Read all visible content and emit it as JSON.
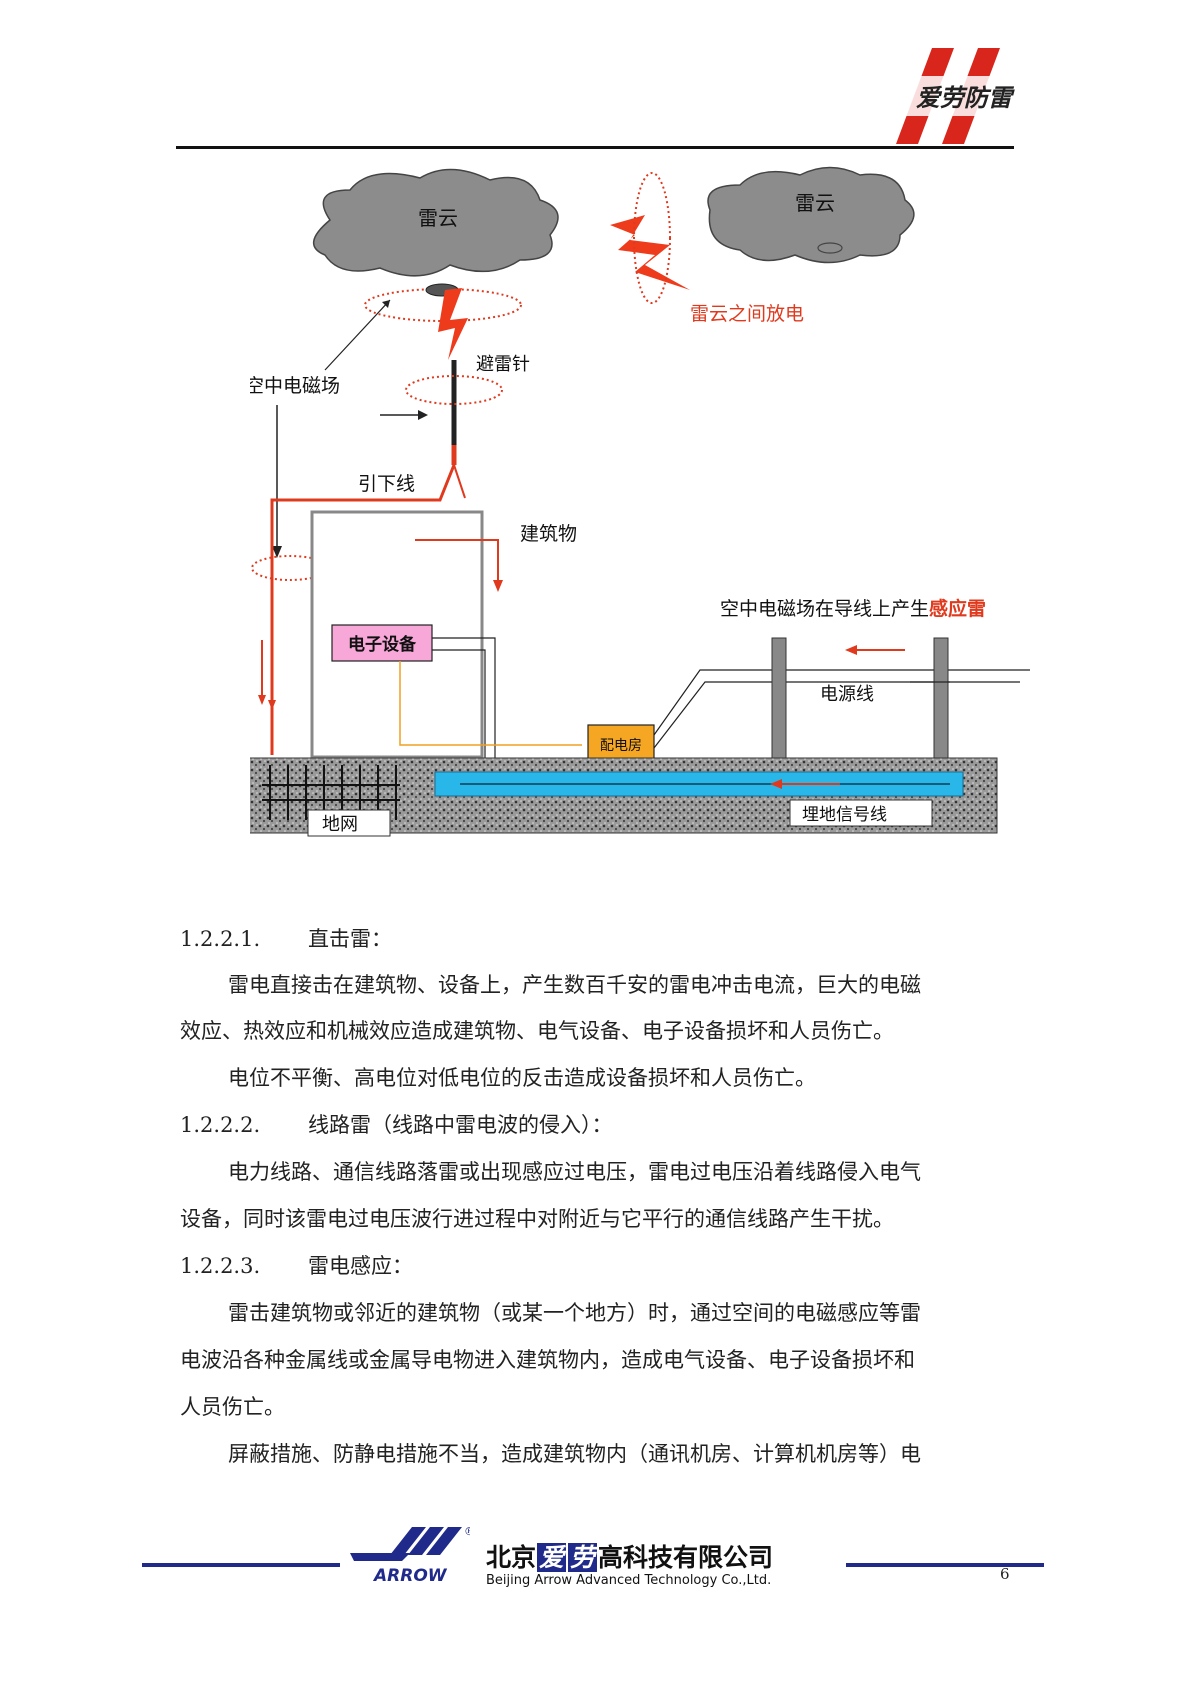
{
  "header": {
    "logo_text": "爱劳防雷"
  },
  "diagram": {
    "cloud_left": "雷云",
    "cloud_right": "雷云",
    "intercloud": "雷云之间放电",
    "rod": "避雷针",
    "em_field": "空中电磁场",
    "downlead": "引下线",
    "building": "建筑物",
    "induced_prefix": "空中电磁场在导线上产生",
    "induced_highlight": "感应雷",
    "equipment": "电子设备",
    "power_room": "配电房",
    "power_line": "电源线",
    "ground_net": "地网",
    "signal_line": "埋地信号线"
  },
  "sections": [
    {
      "num": "1.2.2.1.",
      "title": "直击雷：",
      "lines": [
        "雷电直接击在建筑物、设备上，产生数百千安的雷电冲击电流，巨大的电磁",
        "效应、热效应和机械效应造成建筑物、电气设备、电子设备损坏和人员伤亡。",
        "电位不平衡、高电位对低电位的反击造成设备损坏和人员伤亡。"
      ]
    },
    {
      "num": "1.2.2.2.",
      "title": "线路雷（线路中雷电波的侵入）：",
      "lines": [
        "电力线路、通信线路落雷或出现感应过电压，雷电过电压沿着线路侵入电气",
        "设备，同时该雷电过电压波行进过程中对附近与它平行的通信线路产生干扰。"
      ]
    },
    {
      "num": "1.2.2.3.",
      "title": "雷电感应：",
      "lines": [
        "雷击建筑物或邻近的建筑物（或某一个地方）时，通过空间的电磁感应等雷",
        "电波沿各种金属线或金属导电物进入建筑物内，造成电气设备、电子设备损坏和",
        "人员伤亡。",
        "屏蔽措施、防静电措施不当，造成建筑物内（通讯机房、计算机机房等）电"
      ]
    }
  ],
  "footer": {
    "cn_prefix": "北京",
    "cn_hl1": "爱",
    "cn_hl2": "劳",
    "cn_suffix": "高科技有限公司",
    "en": "Beijing Arrow Advanced Technology Co.,Ltd.",
    "logo_text": "ARROW",
    "registered": "®",
    "page": "6"
  },
  "colors": {
    "accent_red": "#e03a1e",
    "footer_blue": "#1f2a8a",
    "cable_blue": "#29b6e8",
    "equipment_pink": "#f7a8d8",
    "power_room_orange": "#f5a623"
  }
}
